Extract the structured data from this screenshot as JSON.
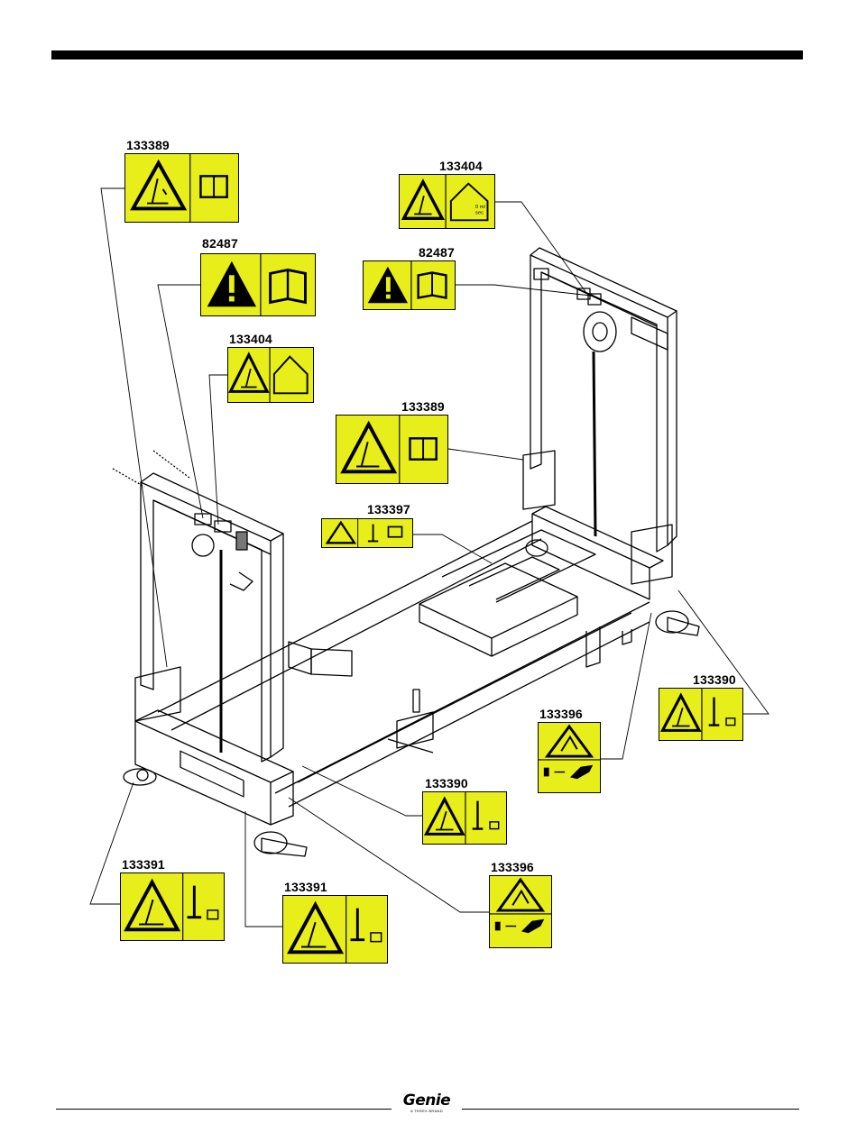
{
  "labels": {
    "l1": "133389",
    "l2": "133404",
    "l3": "82487",
    "l4": "82487",
    "l5": "133404",
    "l6": "133389",
    "l7": "133397",
    "l8": "133390",
    "l9": "133396",
    "l10": "133390",
    "l11": "133396",
    "l12": "133391",
    "l13": "133391"
  },
  "decal_colors": {
    "background": "#e8ee1a",
    "ink": "#000000"
  },
  "icons": [
    "crush-warning-icon",
    "manual-book-icon",
    "general-warning-icon",
    "wind-speed-indoor-icon",
    "hand-crush-icon",
    "mast-outrigger-icon"
  ],
  "footer": {
    "brand": "Genie",
    "tagline": "A TEREX BRAND"
  }
}
